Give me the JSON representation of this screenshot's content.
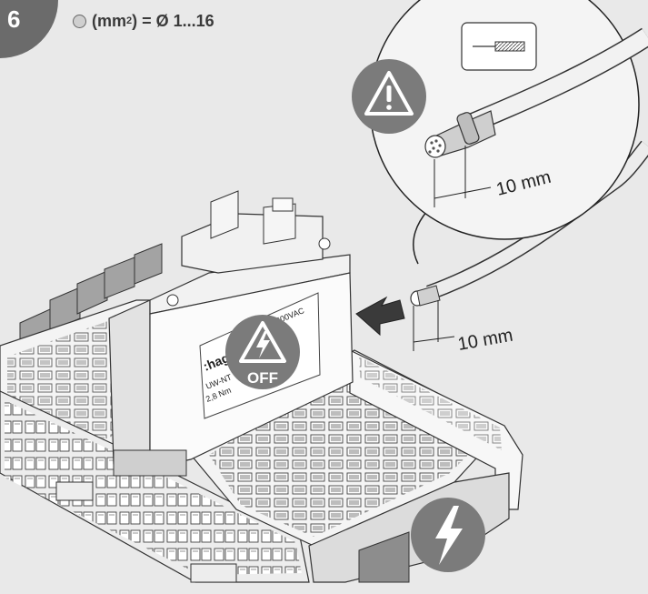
{
  "step": {
    "number": "6"
  },
  "spec": {
    "prefix": "(mm",
    "exponent": "2",
    "suffix": ") = Ø 1...16"
  },
  "labels": {
    "strip_length_detail": "10 mm",
    "strip_length_main": "10 mm",
    "off_badge": "OFF",
    "device_brand": ":hag",
    "device_model": "UW-NT",
    "device_torque": "2,8 Nm",
    "device_voltage": "400VAC"
  },
  "icons": [
    "warning-icon",
    "voltage-off-icon",
    "lightning-icon",
    "stripped-wire-icon",
    "insert-arrow-icon"
  ],
  "colors": {
    "badge": "#6b6b6b",
    "icon_fill": "#7b7b7b",
    "background": "#e9e9e9"
  }
}
